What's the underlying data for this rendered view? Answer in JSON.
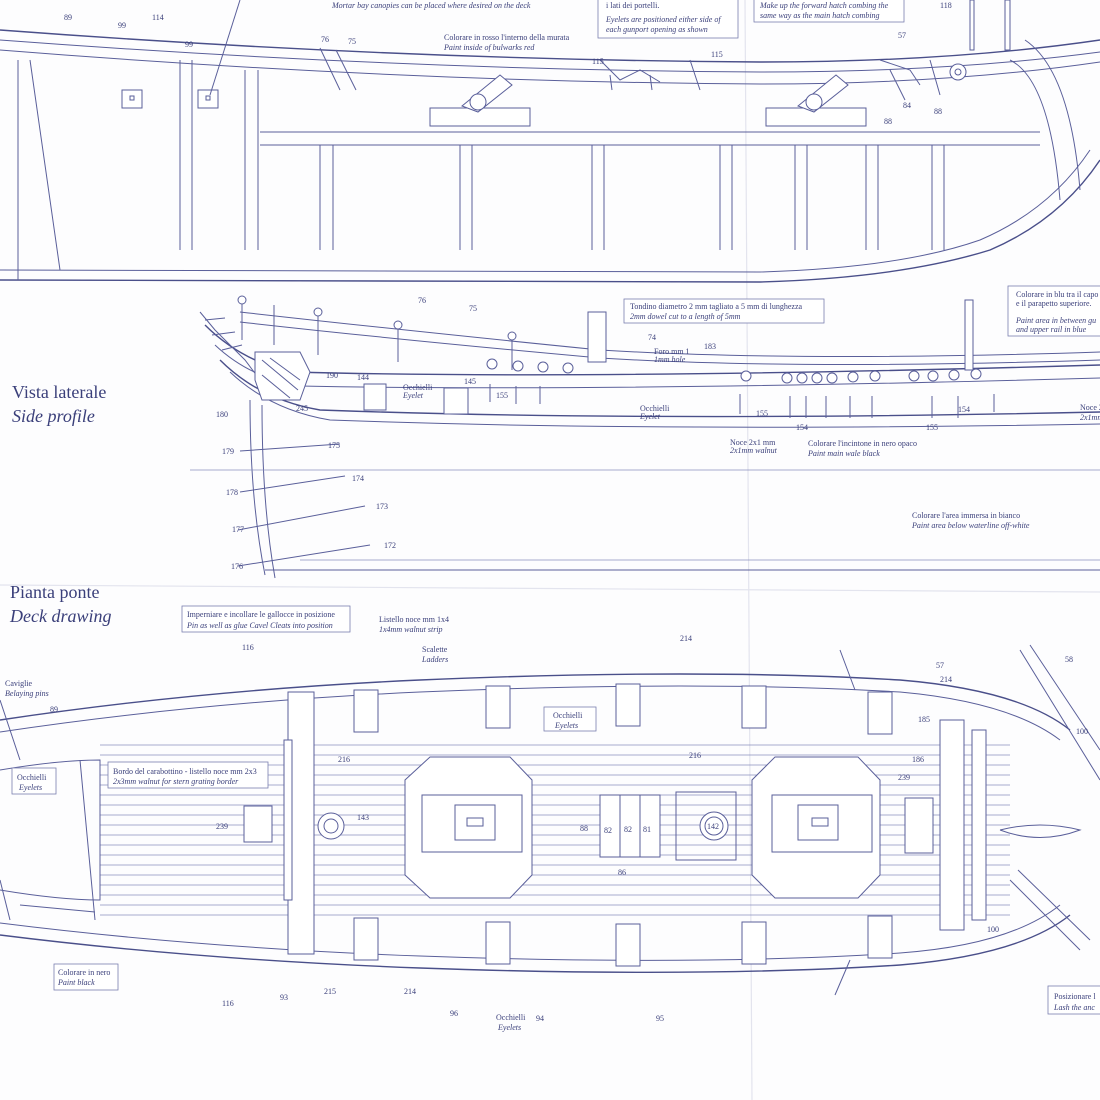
{
  "sections": {
    "side_it": "Vista laterale",
    "side_en": "Side profile",
    "deck_it": "Pianta ponte",
    "deck_en": "Deck drawing"
  },
  "top_notes": {
    "mortar_en": "Mortar bay canopies can be placed where desired on the deck",
    "portelli_it": "i lati dei portelli.",
    "eyelets_en1": "Eyelets are positioned either side of",
    "eyelets_en2": "each gunport opening as shown",
    "hatch_en1": "Make up the forward hatch combing the",
    "hatch_en2": "same way as the main hatch combing",
    "murata_it": "Colorare in rosso l'interno della murata",
    "murata_en": "Paint inside of bulwarks red"
  },
  "side_notes": {
    "dowel_it": "Tondino diametro 2 mm tagliato a 5 mm di lunghezza",
    "dowel_en": "2mm dowel cut to a length of 5mm",
    "blue_it1": "Colorare in blu tra il capo",
    "blue_it2": "e il parapetto superiore.",
    "blue_en1": "Paint area in between gu",
    "blue_en2": "and upper rail in blue",
    "foro_it": "Foro mm 1",
    "foro_en": "1mm hole",
    "occhielli_it": "Occhielli",
    "occhielli_en": "Eyelet",
    "noce_it": "Noce 2x1 mm",
    "noce_en": "2x1mm walnut",
    "noce_right_it": "Noce 2",
    "noce_right_en": "2x1mm",
    "wale_it": "Colorare l'incintone in nero opaco",
    "wale_en": "Paint main wale black",
    "waterline_it": "Colorare l'area immersa in bianco",
    "waterline_en": "Paint area below waterline off-white"
  },
  "deck_notes": {
    "gallocce_it": "Imperniare e incollare le gallocce in posizione",
    "gallocce_en": "Pin as well as glue Cavel Cleats into position",
    "listello_it": "Listello noce mm 1x4",
    "listello_en": "1x4mm walnut strip",
    "scalette_it": "Scalette",
    "scalette_en": "Ladders",
    "caviglie_it": "Caviglie",
    "caviglie_en": "Belaying pins",
    "occhielli_it": "Occhielli",
    "occhielli_en": "Eyelets",
    "bordo_it": "Bordo del carabottino - listello noce mm 2x3",
    "bordo_en": "2x3mm walnut for stern grating border",
    "nero_it": "Colorare in nero",
    "nero_en": "Paint black",
    "posizionare_it": "Posizionare l",
    "posizionare_en": "Lash the anc"
  },
  "part_numbers": {
    "n89": "89",
    "n114": "114",
    "n99": "99",
    "n76": "76",
    "n75": "75",
    "n115": "115",
    "n57": "57",
    "n118": "118",
    "n84": "84",
    "n88": "88",
    "n190": "190",
    "n144": "144",
    "n145": "145",
    "n155": "155",
    "n183": "183",
    "n74": "74",
    "n154": "154",
    "n180": "180",
    "n245": "245",
    "n179": "179",
    "n175": "175",
    "n178": "178",
    "n174": "174",
    "n177": "177",
    "n173": "173",
    "n176": "176",
    "n172": "172",
    "n116": "116",
    "n214": "214",
    "n58": "58",
    "n185": "185",
    "n186": "186",
    "n100": "100",
    "n216": "216",
    "n239": "239",
    "n143": "143",
    "n142": "142",
    "n82": "82",
    "n81": "81",
    "n86": "86",
    "n93": "93",
    "n215": "215",
    "n96": "96",
    "n94": "94",
    "n95": "95"
  }
}
